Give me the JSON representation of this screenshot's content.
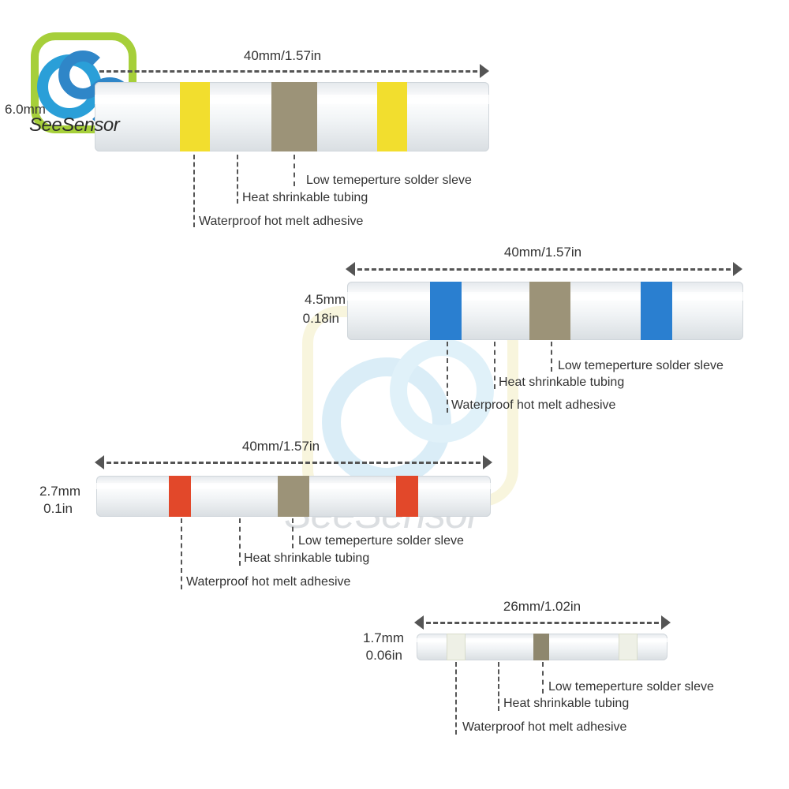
{
  "brand": {
    "name": "SeeSensor",
    "watermark_text": "SeeSensor"
  },
  "labels": {
    "solder": "Low temeperture solder sleve",
    "tubing": "Heat shrinkable tubing",
    "adhesive": "Waterproof hot melt adhesive"
  },
  "connectors": [
    {
      "length": "40mm/1.57in",
      "diameter_mm": "6.0mm",
      "diameter_in": "",
      "ring_color": "#f2de2e"
    },
    {
      "length": "40mm/1.57in",
      "diameter_mm": "4.5mm",
      "diameter_in": "0.18in",
      "ring_color": "#2a7fd0"
    },
    {
      "length": "40mm/1.57in",
      "diameter_mm": "2.7mm",
      "diameter_in": "0.1in",
      "ring_color": "#e2482a"
    },
    {
      "length": "26mm/1.02in",
      "diameter_mm": "1.7mm",
      "diameter_in": "0.06in",
      "ring_color": "#eef0e6"
    }
  ],
  "colors": {
    "solder": "#9c9378",
    "line": "#555555"
  }
}
